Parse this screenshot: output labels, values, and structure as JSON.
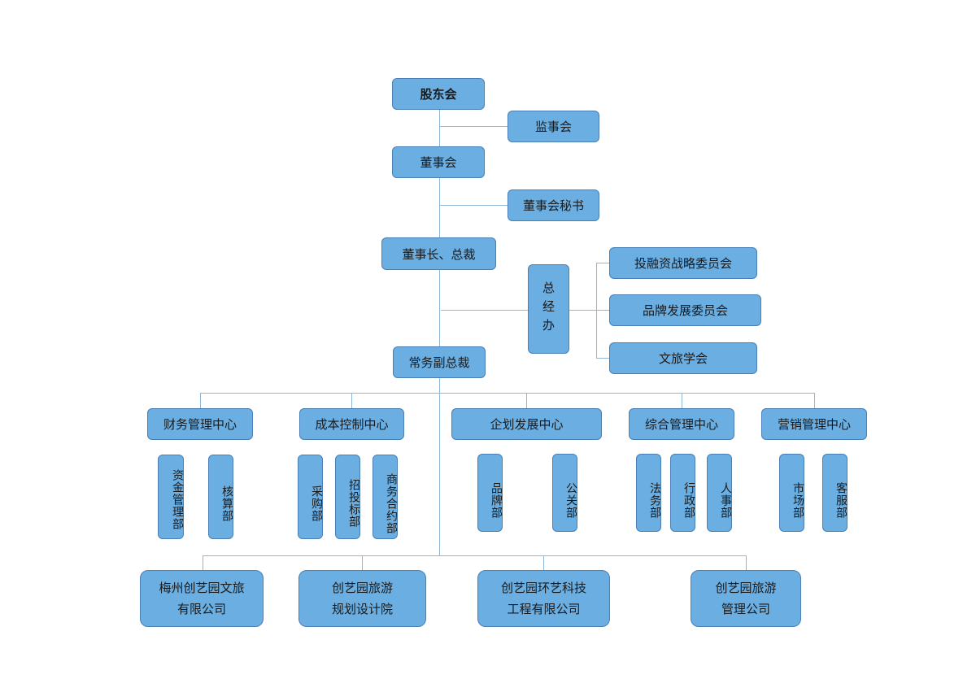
{
  "nodes": {
    "shareholders": "股东会",
    "supervisors": "监事会",
    "board": "董事会",
    "board_secretary": "董事会秘书",
    "chairman": "董事长、总裁",
    "gm_office": "总经办",
    "investment_committee": "投融资战略委员会",
    "brand_committee": "品牌发展委员会",
    "culture_society": "文旅学会",
    "executive_vp": "常务副总裁",
    "centers": [
      "财务管理中心",
      "成本控制中心",
      "企划发展中心",
      "综合管理中心",
      "营销管理中心"
    ],
    "departments": [
      "资金管理部",
      "核算部",
      "采购部",
      "招投标部",
      "商务合约部",
      "品牌部",
      "公关部",
      "法务部",
      "行政部",
      "人事部",
      "市场部",
      "客服部"
    ],
    "subsidiaries": [
      {
        "line1": "梅州创艺园文旅",
        "line2": "有限公司"
      },
      {
        "line1": "创艺园旅游",
        "line2": "规划设计院"
      },
      {
        "line1": "创艺园环艺科技",
        "line2": "工程有限公司"
      },
      {
        "line1": "创艺园旅游",
        "line2": "管理公司"
      }
    ]
  },
  "colors": {
    "box_fill": "#6aaee2",
    "box_border": "#4a7fb5",
    "connector": "#8fb7d6"
  }
}
